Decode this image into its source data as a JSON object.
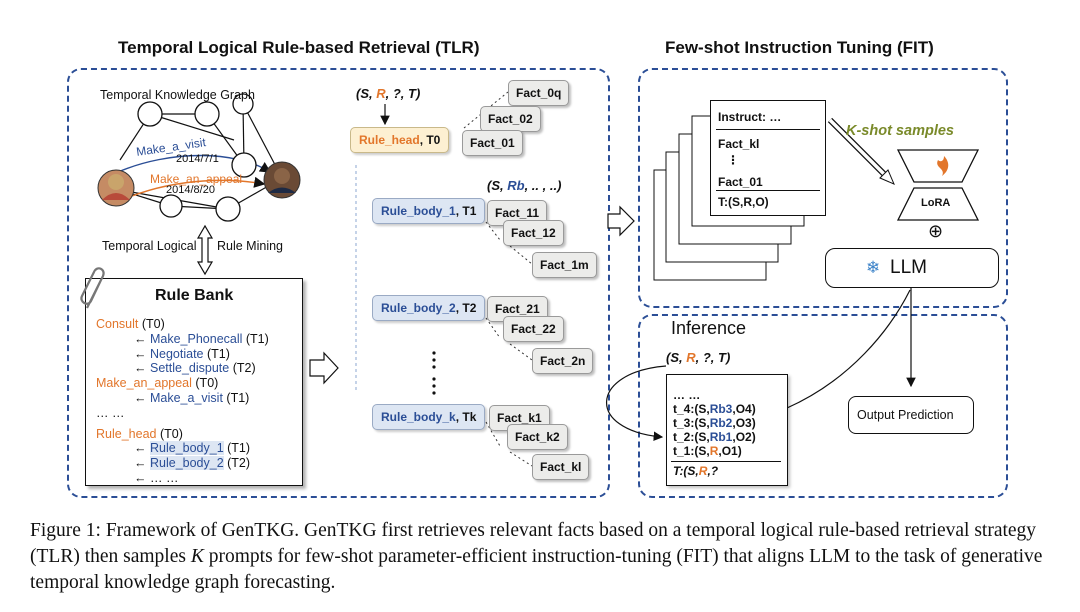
{
  "tlr": {
    "title": "Temporal Logical Rule-based Retrieval (TLR)",
    "tkg_label": "Temporal Knowledge Graph",
    "edge1_label": "Make_a_visit",
    "edge1_date": "2014/7/1",
    "edge2_label": "Make_an_appeal",
    "edge2_date": "2014/8/20",
    "mining_left": "Temporal Logical",
    "mining_right": "Rule Mining",
    "rule_bank": {
      "title": "Rule Bank",
      "lines": [
        {
          "head": "Consult",
          "time": " (T0)"
        },
        {
          "arrow": "← ",
          "body": "Make_Phonecall",
          "time": " (T1)"
        },
        {
          "arrow": "← ",
          "body": "Negotiate",
          "time": " (T1)"
        },
        {
          "arrow": "← ",
          "body": "Settle_dispute",
          "time": " (T2)"
        },
        {
          "head": "Make_an_appeal",
          "time": " (T0)"
        },
        {
          "arrow": "← ",
          "body": "Make_a_visit",
          "time": " (T1)"
        },
        {
          "plain": "… …"
        },
        {
          "head": "Rule_head",
          "time": " (T0)"
        },
        {
          "arrow": "← ",
          "body": "Rule_body_1",
          "time": " (T1)"
        },
        {
          "arrow": "← ",
          "body": "Rule_body_2",
          "time": " (T2)"
        },
        {
          "plain": "← … …"
        }
      ]
    },
    "query": {
      "p1": "(S, ",
      "r": "R",
      "p2": ", ?,  T)"
    },
    "rule_head": {
      "name": "Rule_head",
      "time": ", T0"
    },
    "head_facts": [
      "Fact_0q",
      "Fact_02",
      "Fact_01"
    ],
    "sbq": {
      "p1": "(S, ",
      "rb": "Rb",
      "p2": ", .. , ..)"
    },
    "bodies": [
      {
        "name": "Rule_body_1",
        "time": ", T1",
        "facts": [
          "Fact_11",
          "Fact_12",
          "Fact_1m"
        ]
      },
      {
        "name": "Rule_body_2",
        "time": ", T2",
        "facts": [
          "Fact_21",
          "Fact_22",
          "Fact_2n"
        ]
      },
      {
        "name": "Rule_body_k",
        "time": ", Tk",
        "facts": [
          "Fact_k1",
          "Fact_k2",
          "Fact_kl"
        ]
      }
    ]
  },
  "fit": {
    "title": "Few-shot Instruction Tuning (FIT)",
    "card_lines": [
      "Instruct: …",
      "Fact_kl",
      "⋮",
      "Fact_01",
      "T:(S,R,O)"
    ],
    "kshot": "K-shot samples",
    "lora": "LoRA",
    "llm": "LLM",
    "plus": "⊕"
  },
  "inference": {
    "title": "Inference",
    "query": {
      "p1": "(S, ",
      "r": "R",
      "p2": ",  ?,  T)"
    },
    "prompt_lines": [
      {
        "pre": "t_4:(S,",
        "rel": "Rb3",
        "post": ",O4)",
        "color": "#2b4e96"
      },
      {
        "pre": "t_3:(S,",
        "rel": "Rb2",
        "post": ",O3)",
        "color": "#2b4e96"
      },
      {
        "pre": "t_2:(S,",
        "rel": "Rb1",
        "post": ",O2)",
        "color": "#2b4e96"
      },
      {
        "pre": "t_1:(S,",
        "rel": "R",
        "post": ",O1)",
        "color": "#e2762b"
      }
    ],
    "prompt_top": "… …",
    "prompt_last": {
      "pre": "T:(S,",
      "rel": "R",
      "post": ",?"
    },
    "output": "Output Prediction"
  },
  "caption": {
    "p1": "Figure 1: Framework of GenTKG. GenTKG first retrieves relevant facts based on a temporal logical rule-based retrieval strategy (TLR) then samples ",
    "k": "K",
    "p2": " prompts for few-shot parameter-efficient instruction-tuning (FIT) that aligns LLM to the task of generative temporal knowledge graph forecasting."
  },
  "colors": {
    "accent_blue": "#2b4e96",
    "accent_orange": "#e2762b",
    "rule_body_fill": "#dde6f3",
    "rule_head_fill": "#fdf0d2",
    "kshot_green": "#7a8a2a"
  }
}
